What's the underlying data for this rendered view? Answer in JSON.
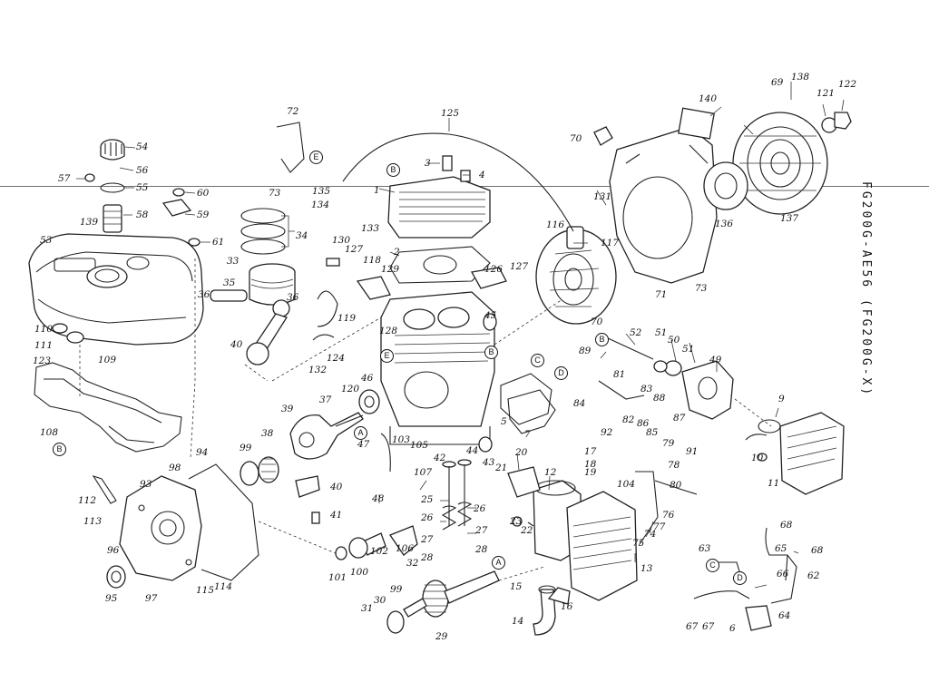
{
  "model_code": "FG200G-AE56 (FG200G-X)",
  "part_numbers": [
    "54",
    "56",
    "57",
    "55",
    "58",
    "60",
    "59",
    "61",
    "139",
    "53",
    "110",
    "111",
    "123",
    "108",
    "109",
    "72",
    "73",
    "125",
    "3",
    "4",
    "135",
    "134",
    "133",
    "1",
    "2",
    "34",
    "33",
    "35",
    "36",
    "36",
    "130",
    "127",
    "118",
    "129",
    "119",
    "124",
    "128",
    "132",
    "40",
    "126",
    "127",
    "45",
    "131",
    "116",
    "117",
    "70",
    "69",
    "138",
    "121",
    "122",
    "140",
    "136",
    "137",
    "71",
    "73",
    "70",
    "89",
    "52",
    "51",
    "50",
    "51",
    "49",
    "81",
    "83",
    "88",
    "84",
    "82",
    "86",
    "85",
    "87",
    "92",
    "9",
    "91",
    "120",
    "46",
    "37",
    "39",
    "38",
    "99",
    "94",
    "98",
    "93",
    "112",
    "113",
    "96",
    "95",
    "97",
    "115",
    "114",
    "103",
    "105",
    "47",
    "42",
    "44",
    "43",
    "21",
    "20",
    "12",
    "107",
    "48",
    "25",
    "26",
    "26",
    "27",
    "27",
    "28",
    "28",
    "40",
    "41",
    "102",
    "106",
    "100",
    "101",
    "32",
    "99",
    "30",
    "31",
    "29",
    "17",
    "18",
    "19",
    "79",
    "78",
    "104",
    "80",
    "76",
    "77",
    "75",
    "74",
    "23",
    "22",
    "15",
    "16",
    "14",
    "13",
    "10",
    "11",
    "68",
    "65",
    "63",
    "68",
    "66",
    "62",
    "64",
    "67",
    "67",
    "6",
    "5",
    "7"
  ],
  "callouts": [
    "B",
    "E",
    "B",
    "E",
    "B",
    "C",
    "D",
    "A",
    "B",
    "A",
    "C",
    "D",
    "B"
  ]
}
